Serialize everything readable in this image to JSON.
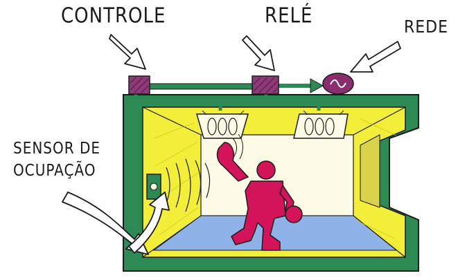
{
  "labels": {
    "controle": "CONTROLE",
    "rele": "RELÉ",
    "rede": "REDE",
    "sensor_line1": "SENSOR DE",
    "sensor_line2": "OCUPAÇÃO"
  },
  "symbols": {
    "ac_source": "~"
  },
  "colors": {
    "wall_green": "#2e8a55",
    "yellow_light": "#f2ee3a",
    "person_magenta": "#d4145a",
    "floor_blue": "#8fb3e8",
    "box_purple": "#8c3a78",
    "ac_source_purple": "#8a2e6e",
    "outline": "#1a1a1a"
  },
  "icons": [
    "arrow-icon",
    "lamp-icon",
    "motion-sensor-icon",
    "ac-source-icon",
    "sound-wave-icon"
  ]
}
